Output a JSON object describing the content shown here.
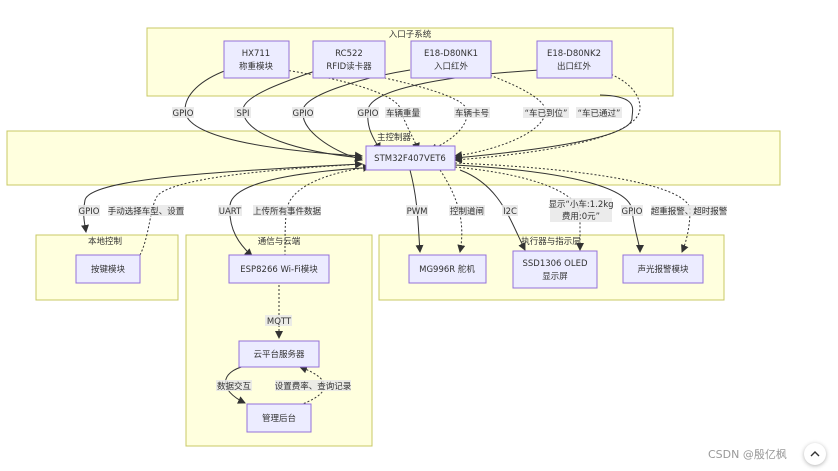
{
  "groups": {
    "entry": "入口子系统",
    "main": "主控制器",
    "local": "本地控制",
    "comm": "通信与云端",
    "exec": "执行器与指示层"
  },
  "nodes": {
    "hx711": [
      "HX711",
      "称重模块"
    ],
    "rc522": [
      "RC522",
      "RFID读卡器"
    ],
    "e18in": [
      "E18-D80NK1",
      "入口红外"
    ],
    "e18out": [
      "E18-D80NK2",
      "出口红外"
    ],
    "stm32": [
      "STM32F407VET6"
    ],
    "keys": [
      "按键模块"
    ],
    "esp": [
      "ESP8266 Wi-Fi模块"
    ],
    "cloud": [
      "云平台服务器"
    ],
    "admin": [
      "管理后台"
    ],
    "servo": [
      "MG996R 舵机"
    ],
    "oled": [
      "SSD1306 OLED",
      "显示屏"
    ],
    "alarm": [
      "声光报警模块"
    ]
  },
  "edges": {
    "gpio1": "GPIO",
    "spi": "SPI",
    "gpio2": "GPIO",
    "gpio3": "GPIO",
    "weight": "车辆重量",
    "card": "车辆卡号",
    "arrived": "“车已到位”",
    "passed": "“车已通过”",
    "gpio4": "GPIO",
    "choose": "手动选择车型、设置",
    "uart": "UART",
    "upload": "上传所有事件数据",
    "pwm": "PWM",
    "gate": "控制道闸",
    "i2c": "I2C",
    "display": [
      "显示“小车:1.2kg",
      "费用:0元”"
    ],
    "gpio5": "GPIO",
    "overload": "超重报警、超时报警",
    "mqtt": "MQTT",
    "exchange": "数据交互",
    "config": "设置费率、查询记录"
  },
  "watermark": "CSDN @殷亿枫",
  "icons": {
    "scroll": "chevron-up-icon"
  }
}
